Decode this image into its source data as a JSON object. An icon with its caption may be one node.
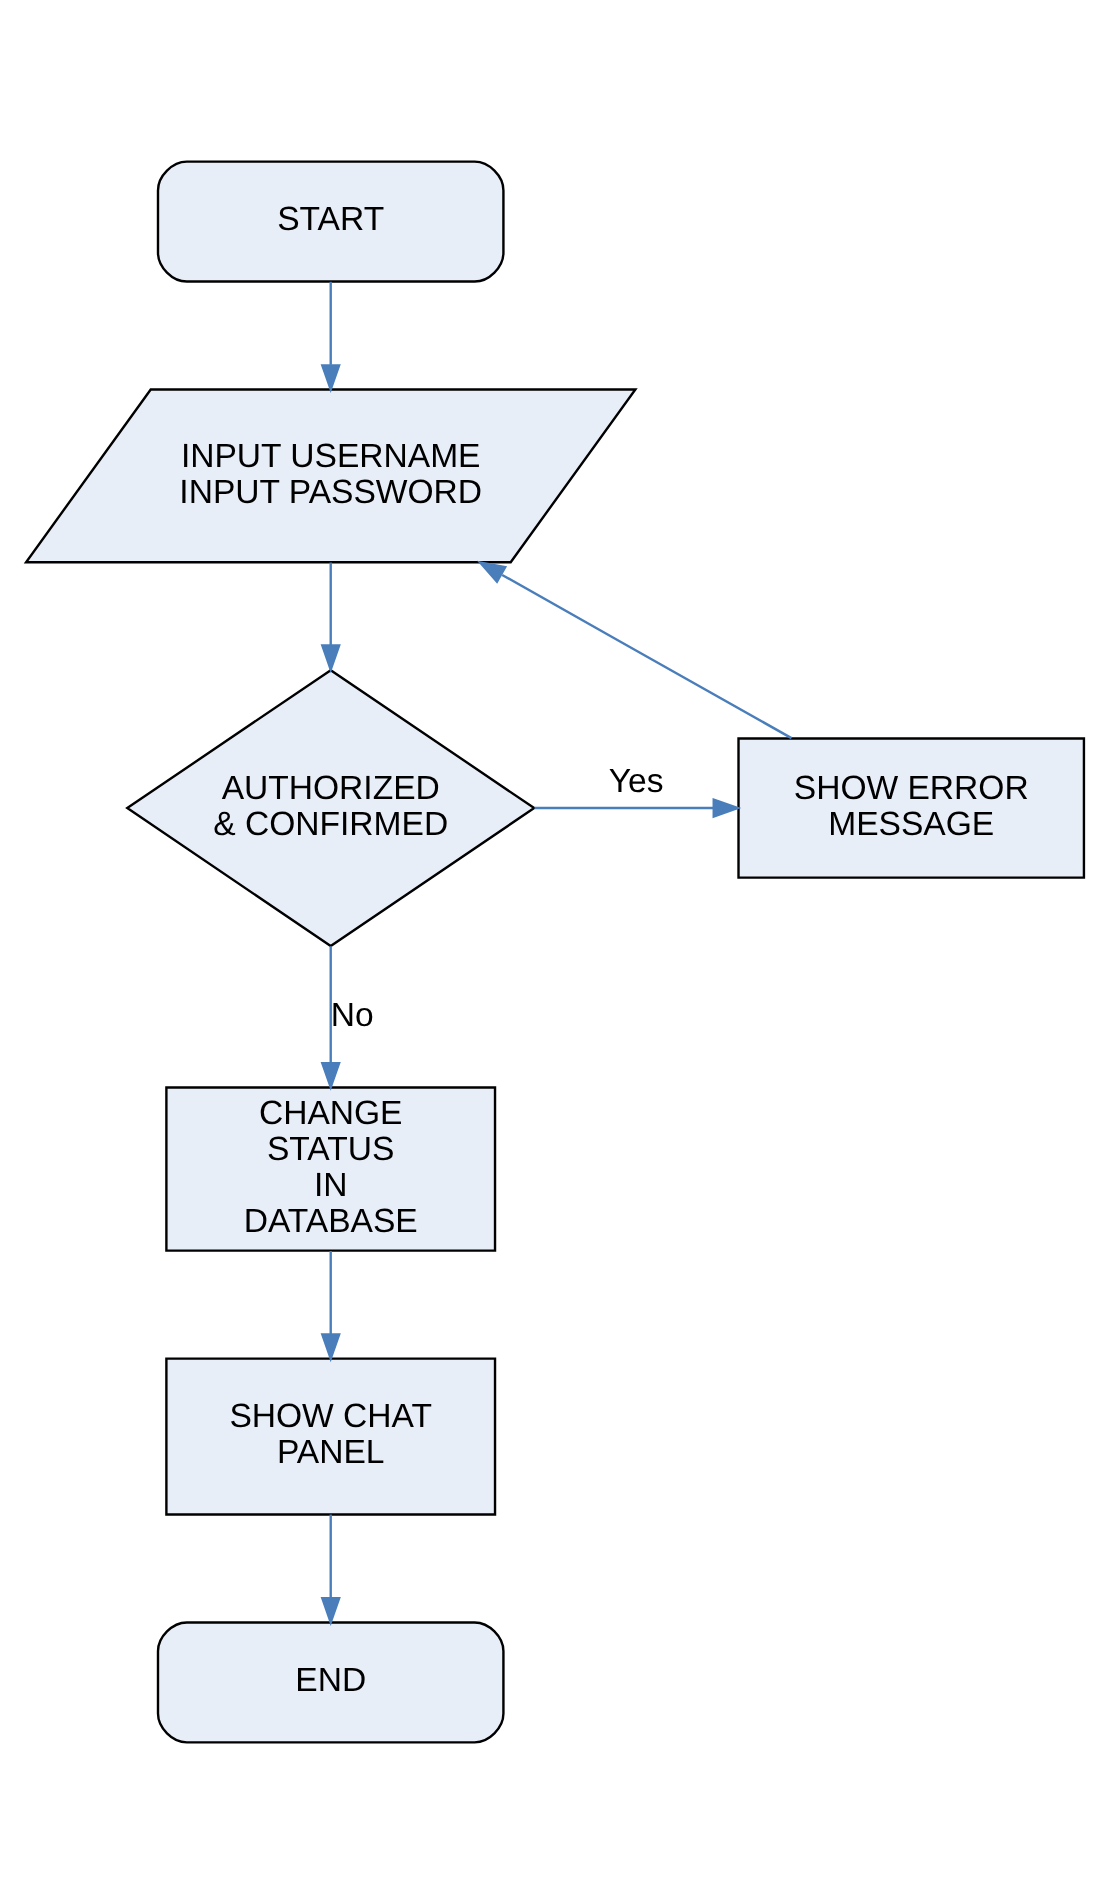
{
  "diagram": {
    "nodes": [
      {
        "text": [
          "START"
        ]
      },
      {
        "text": [
          "INPUT USERNAME INPUT PASSWORD"
        ]
      },
      {
        "text": [
          "AUTHORIZED & CONFIRMED"
        ]
      },
      {
        "text": [
          "SHOW ERROR MESSAGE"
        ]
      },
      {
        "text": [
          "CHANGE STATUS IN DATABASE"
        ]
      },
      {
        "text": [
          "SHOW CHAT PANEL"
        ]
      },
      {
        "text": [
          "END"
        ]
      }
    ],
    "edges": [
      {
        "from": 0,
        "to": 1,
        "arrow": "to"
      },
      {
        "from": 1,
        "to": 2,
        "arrow": "to"
      },
      {
        "from": 2,
        "to": 3,
        "arrow": "to",
        "label": "Yes"
      },
      {
        "from": 3,
        "to": 1,
        "arrow": "to"
      },
      {
        "from": 2,
        "to": 4,
        "arrow": "to",
        "label": "No"
      },
      {
        "from": 4,
        "to": 5,
        "arrow": "to"
      },
      {
        "from": 5,
        "to": 6,
        "arrow": "to"
      }
    ]
  }
}
